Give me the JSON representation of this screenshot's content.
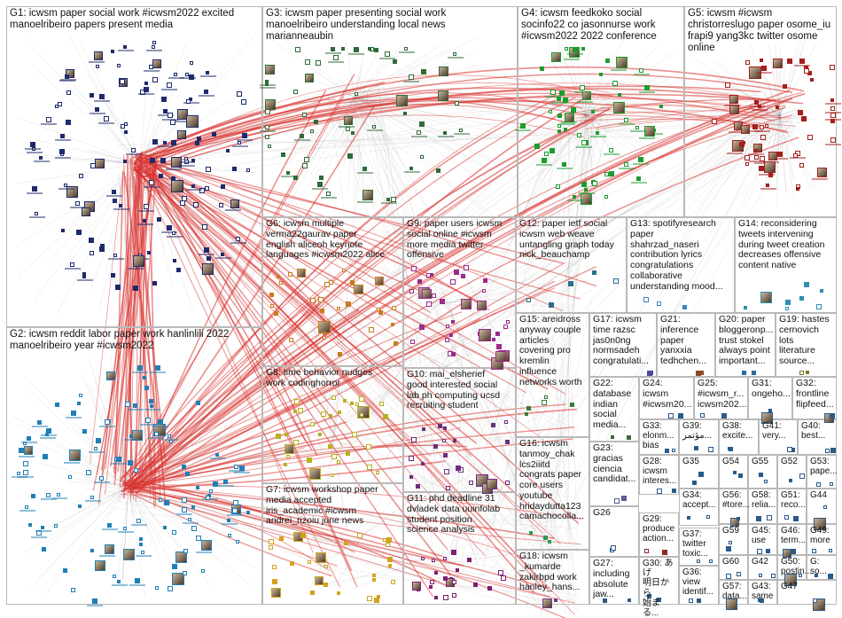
{
  "colors": {
    "background": "#ffffff",
    "cell_border": "#b9b9b9",
    "edge_red": "#d9332f",
    "edge_gray": "#9a9a9a"
  },
  "groups": [
    {
      "id": "G1",
      "label": "G1: icwsm paper social work #icwsm2022 excited\nmanoelribeiro papers present media",
      "color": "#1d2a6b",
      "nodes": 130
    },
    {
      "id": "G2",
      "label": "G2: icwsm reddit labor paper work hanlinlili 2022\nmanoelribeiro year #icwsm2022",
      "color": "#1f7fb8",
      "nodes": 110
    },
    {
      "id": "G3",
      "label": "G3: icwsm paper presenting social work\nmanoelribeiro understanding local news\nmarianneaubin",
      "color": "#2f6b3a",
      "nodes": 60
    },
    {
      "id": "G4",
      "label": "G4: icwsm feedkoko social\nsocinfo22 co jasonnurse work\n#icwsm2022 2022 conference",
      "color": "#1c9b2e",
      "nodes": 60
    },
    {
      "id": "G5",
      "label": "G5: icwsm #icwsm\nchristorreslugo paper osome_iu\nfrapi9 yang3kc twitter osome\nonline",
      "color": "#a3201c",
      "nodes": 55
    },
    {
      "id": "G6",
      "label": "G6: icwsm multiple\nverma22gaurav paper\nenglish aliceoh keynote\nlanguages #icwsm2022 alice",
      "color": "#c77b1c",
      "nodes": 30
    },
    {
      "id": "G7",
      "label": "G7: icwsm workshop paper\nmedia accepted\niris_academic #icwsm\nandrei_rizoiu june news",
      "color": "#d4a21a",
      "nodes": 30
    },
    {
      "id": "G8",
      "label": "G8: time behavior nudges\nwork codinghorror",
      "color": "#b5b21e",
      "nodes": 34
    },
    {
      "id": "G9",
      "label": "G9: paper users icwsm\nsocial online #icwsm\nmore media twitter\noffensive",
      "color": "#9c2a8a",
      "nodes": 36
    },
    {
      "id": "G10",
      "label": "G10: mai_elsherief\ngood interested social\nlab ph computing ucsd\nrecruiting student",
      "color": "#6b2f7d",
      "nodes": 24
    },
    {
      "id": "G11",
      "label": "G11: phd deadline 31\ndvladek data uuinfolab\nstudent position\nscience analysis",
      "color": "#7d1e73",
      "nodes": 22
    },
    {
      "id": "G12",
      "label": "G12: paper ietf social\nicwsm web weave\nuntangling graph today\nnick_beauchamp",
      "color": "#2b6d8c",
      "nodes": 5
    },
    {
      "id": "G13",
      "label": "G13: spotifyresearch\npaper\nshahrzad_naseri\ncontribution lyrics\ncongratulations\ncollaborative\nunderstanding mood...",
      "color": "#3a87c9",
      "nodes": 3
    },
    {
      "id": "G14",
      "label": "G14: reconsidering\ntweets intervening\nduring tweet creation\ndecreases offensive\ncontent native",
      "color": "#2e8fb0",
      "nodes": 8
    },
    {
      "id": "G15",
      "label": "G15: areidross\nanyway couple\narticles\ncovering pro\nkremlin\ninfluence\nnetworks worth",
      "color": "#3d7a3a",
      "nodes": 5
    },
    {
      "id": "G16",
      "label": "G16: icwsm\ntanmoy_chak\nlcs2iiitd\ncongrats paper\ncore users\nyoutube\nhridaydutta123\ncamachocolla...",
      "color": "#2a9a5a",
      "nodes": 3
    },
    {
      "id": "G17",
      "label": "G17: icwsm\ntime razsc\njas0n0ng\nnormsadeh\ncongratulati...",
      "color": "#4a4aa0",
      "nodes": 3
    },
    {
      "id": "G18",
      "label": "G18: icwsm\n_kumarde\nzakirbpd work\nhanley_hans...",
      "color": "#6a3a8a",
      "nodes": 4
    },
    {
      "id": "G19",
      "label": "G19: hastes\ncernovich\nlots\nliterature\nsource...",
      "color": "#7a7a2a",
      "nodes": 2
    },
    {
      "id": "G20",
      "label": "G20: paper\nbloggeronp...\ntrust stokel\nalways point\nimportant...",
      "color": "#2a6a9a",
      "nodes": 2
    },
    {
      "id": "G21",
      "label": "G21:\ninference\npaper\nyanxxia\ntedhchen...",
      "color": "#8a4a2a",
      "nodes": 2
    },
    {
      "id": "G22",
      "label": "G22:\ndatabase\nindian\nsocial\nmedia...",
      "color": "#3a6a3a",
      "nodes": 2
    },
    {
      "id": "G23",
      "label": "G23:\ngracias\nciencia\ncandidat...",
      "color": "#5a5a9a",
      "nodes": 2
    },
    {
      "id": "G24",
      "label": "G24:\nicwsm\n#icwsm20...",
      "color": "#2a5a8a",
      "nodes": 2
    },
    {
      "id": "G25",
      "label": "G25:\n#icwsm_r...\nicwsm202...",
      "color": "#2a5a8a",
      "nodes": 2
    },
    {
      "id": "G26",
      "label": "G26",
      "color": "#2a5a8a",
      "nodes": 2
    },
    {
      "id": "G27",
      "label": "G27:\nincluding\nabsolute\njaw...",
      "color": "#2a5a8a",
      "nodes": 2
    },
    {
      "id": "G28",
      "label": "G28:\nicwsm\ninteres...",
      "color": "#2a5a8a",
      "nodes": 2
    },
    {
      "id": "G29",
      "label": "G29:\nproduce\naction...",
      "color": "#8a2a2a",
      "nodes": 2
    },
    {
      "id": "G30",
      "label": "G30: あげ\n明日から\n始まる...",
      "color": "#2a5a8a",
      "nodes": 2
    },
    {
      "id": "G31",
      "label": "G31:\nongeho...",
      "color": "#2a5a8a",
      "nodes": 2
    },
    {
      "id": "G32",
      "label": "G32:\nfrontline\nflipfeed...",
      "color": "#2a5a8a",
      "nodes": 2
    },
    {
      "id": "G33",
      "label": "G33:\nelonm...\nbias",
      "color": "#2a5a8a",
      "nodes": 2
    },
    {
      "id": "G34",
      "label": "G34:\naccept...",
      "color": "#2a5a8a",
      "nodes": 2
    },
    {
      "id": "G35",
      "label": "G35",
      "color": "#2a5a8a",
      "nodes": 2
    },
    {
      "id": "G36",
      "label": "G36:\nview\nidentif...",
      "color": "#2a5a8a",
      "nodes": 2
    },
    {
      "id": "G37",
      "label": "G37:\ntwitter\ntoxic...",
      "color": "#2a5a8a",
      "nodes": 2
    },
    {
      "id": "G38",
      "label": "G38:\nexcite...",
      "color": "#2a5a8a",
      "nodes": 2
    },
    {
      "id": "G39",
      "label": "G39:\nمؤتمر...",
      "color": "#2a5a8a",
      "nodes": 2
    },
    {
      "id": "G40",
      "label": "G40:\nbest...",
      "color": "#2a5a8a",
      "nodes": 2
    },
    {
      "id": "G41",
      "label": "G41:\nvery...",
      "color": "#2a5a8a",
      "nodes": 2
    },
    {
      "id": "G42",
      "label": "G42",
      "color": "#2a5a8a",
      "nodes": 2
    },
    {
      "id": "G43",
      "label": "G43:\nsame",
      "color": "#2a5a8a",
      "nodes": 2
    },
    {
      "id": "G44",
      "label": "G44",
      "color": "#2a5a8a",
      "nodes": 2
    },
    {
      "id": "G45",
      "label": "G45:\nuse",
      "color": "#2a5a8a",
      "nodes": 2
    },
    {
      "id": "G46",
      "label": "G46:\nterm...",
      "color": "#2a5a8a",
      "nodes": 2
    },
    {
      "id": "G47",
      "label": "G47",
      "color": "#2a5a8a",
      "nodes": 2
    },
    {
      "id": "G49",
      "label": "G49:\nmore",
      "color": "#2a5a8a",
      "nodes": 2
    },
    {
      "id": "G50",
      "label": "G50:\npostin...",
      "color": "#2a5a8a",
      "nodes": 2
    },
    {
      "id": "G51",
      "label": "G51:\nreco...",
      "color": "#2a5a8a",
      "nodes": 2
    },
    {
      "id": "G52",
      "label": "G52",
      "color": "#2a5a8a",
      "nodes": 2
    },
    {
      "id": "G53",
      "label": "G53:\npape...",
      "color": "#2a5a8a",
      "nodes": 2
    },
    {
      "id": "G54",
      "label": "G54",
      "color": "#2a5a8a",
      "nodes": 2
    },
    {
      "id": "G55",
      "label": "G55",
      "color": "#2a5a8a",
      "nodes": 2
    },
    {
      "id": "G56",
      "label": "G56:\n#tore...",
      "color": "#2a5a8a",
      "nodes": 2
    },
    {
      "id": "G57",
      "label": "G57:\ndata...",
      "color": "#2a5a8a",
      "nodes": 2
    },
    {
      "id": "G58",
      "label": "G58:\nrelia...",
      "color": "#2a5a8a",
      "nodes": 2
    },
    {
      "id": "G59",
      "label": "G59",
      "color": "#2a5a8a",
      "nodes": 2
    },
    {
      "id": "G60",
      "label": "G60",
      "color": "#2a5a8a",
      "nodes": 2
    },
    {
      "id": "G_",
      "label": "G:\nso...",
      "color": "#2a5a8a",
      "nodes": 2
    }
  ]
}
